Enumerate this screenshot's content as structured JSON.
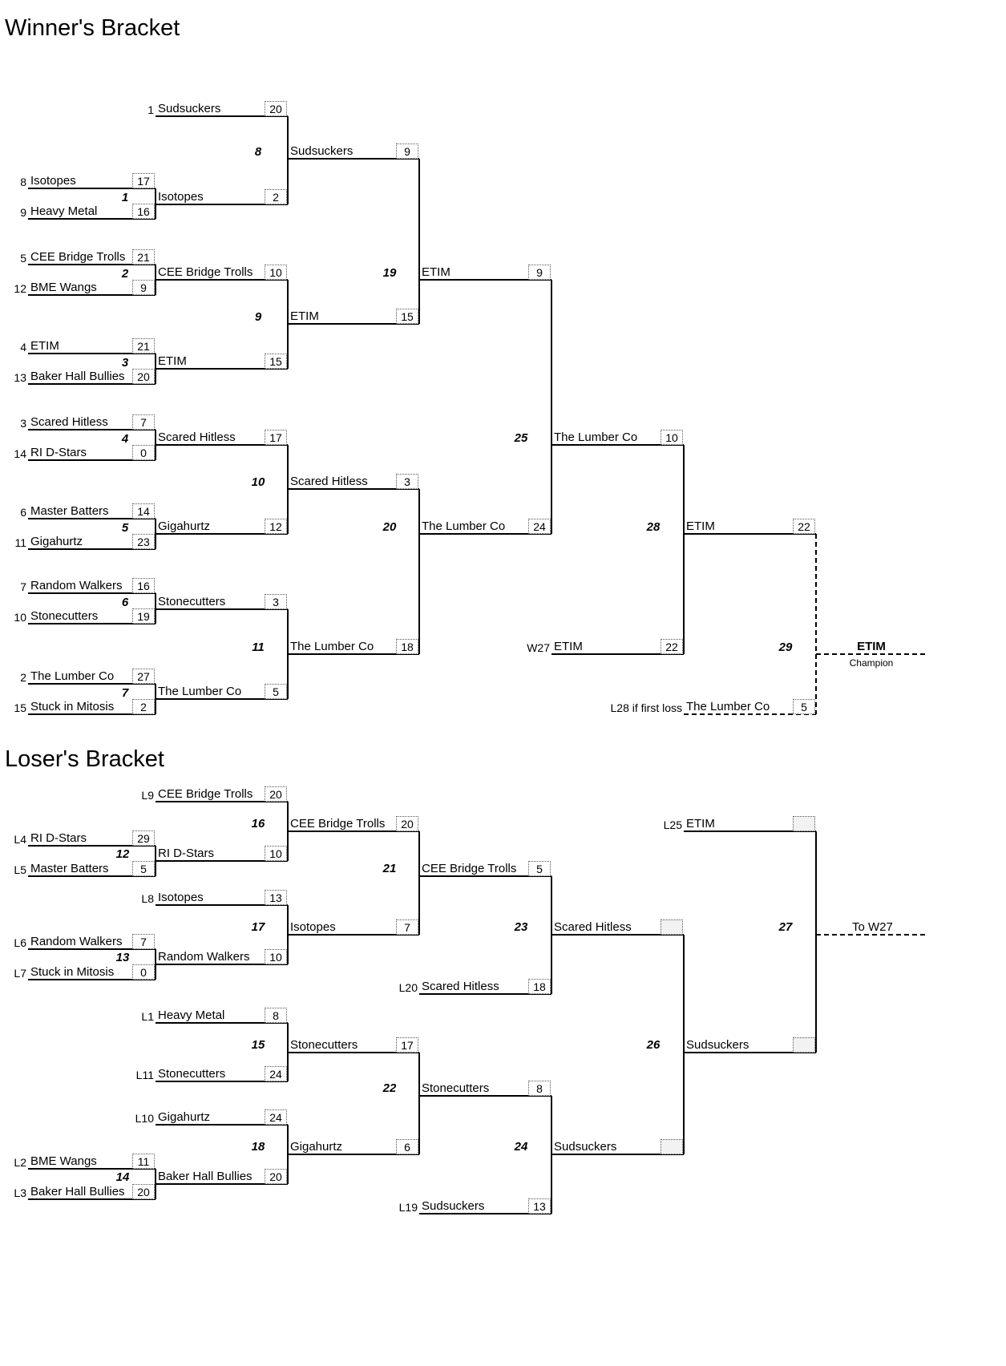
{
  "winners": {
    "title": "Winner's Bracket",
    "round1": [
      {
        "game": "1",
        "seeds": [
          [
            "8",
            "Isotopes",
            "17"
          ],
          [
            "9",
            "Heavy Metal",
            "16"
          ]
        ],
        "winner": [
          "Isotopes",
          "2"
        ]
      },
      {
        "game": "2",
        "seeds": [
          [
            "5",
            "CEE Bridge Trolls",
            "21"
          ],
          [
            "12",
            "BME Wangs",
            "9"
          ]
        ],
        "winner": [
          "CEE Bridge Trolls",
          "10"
        ]
      },
      {
        "game": "3",
        "seeds": [
          [
            "4",
            "ETIM",
            "21"
          ],
          [
            "13",
            "Baker Hall Bullies",
            "20"
          ]
        ],
        "winner": [
          "ETIM",
          "15"
        ]
      },
      {
        "game": "4",
        "seeds": [
          [
            "3",
            "Scared Hitless",
            "7"
          ],
          [
            "14",
            "RI D-Stars",
            "0"
          ]
        ],
        "winner": [
          "Scared Hitless",
          "17"
        ]
      },
      {
        "game": "5",
        "seeds": [
          [
            "6",
            "Master Batters",
            "14"
          ],
          [
            "11",
            "Gigahurtz",
            "23"
          ]
        ],
        "winner": [
          "Gigahurtz",
          "12"
        ]
      },
      {
        "game": "6",
        "seeds": [
          [
            "7",
            "Random Walkers",
            "16"
          ],
          [
            "10",
            "Stonecutters",
            "19"
          ]
        ],
        "winner": [
          "Stonecutters",
          "3"
        ]
      },
      {
        "game": "7",
        "seeds": [
          [
            "2",
            "The Lumber Co",
            "27"
          ],
          [
            "15",
            "Stuck in Mitosis",
            "2"
          ]
        ],
        "winner": [
          "The Lumber Co",
          "5"
        ]
      }
    ],
    "bye": [
      "1",
      "Sudsuckers",
      "20"
    ],
    "round2": [
      {
        "game": "8",
        "winner": [
          "Sudsuckers",
          "9"
        ]
      },
      {
        "game": "9",
        "winner": [
          "ETIM",
          "15"
        ]
      },
      {
        "game": "10",
        "winner": [
          "Scared Hitless",
          "3"
        ]
      },
      {
        "game": "11",
        "winner": [
          "The Lumber Co",
          "18"
        ]
      }
    ],
    "round3": [
      {
        "game": "19",
        "winner": [
          "ETIM",
          "9"
        ]
      },
      {
        "game": "20",
        "winner": [
          "The Lumber Co",
          "24"
        ]
      }
    ],
    "round4": {
      "game": "25",
      "winner": [
        "The Lumber Co",
        "10"
      ]
    },
    "round5": {
      "game": "28",
      "winner": [
        "ETIM",
        "22"
      ],
      "w27_label": "W27",
      "w27": [
        "ETIM",
        "22"
      ]
    },
    "final": {
      "game": "29",
      "l28_label": "L28 if first loss",
      "l28": [
        "The Lumber Co",
        "5"
      ],
      "champion": "ETIM",
      "champion_label": "Champion"
    }
  },
  "losers": {
    "title": "Loser's Bracket",
    "l9": [
      "L9",
      "CEE Bridge Trolls",
      "20"
    ],
    "g12": {
      "game": "12",
      "seeds": [
        [
          "L4",
          "RI D-Stars",
          "29"
        ],
        [
          "L5",
          "Master Batters",
          "5"
        ]
      ],
      "winner": [
        "RI D-Stars",
        "10"
      ]
    },
    "g16": {
      "game": "16",
      "winner": [
        "CEE Bridge Trolls",
        "20"
      ]
    },
    "l8": [
      "L8",
      "Isotopes",
      "13"
    ],
    "g13": {
      "game": "13",
      "seeds": [
        [
          "L6",
          "Random Walkers",
          "7"
        ],
        [
          "L7",
          "Stuck in Mitosis",
          "0"
        ]
      ],
      "winner": [
        "Random Walkers",
        "10"
      ]
    },
    "g17": {
      "game": "17",
      "winner": [
        "Isotopes",
        "7"
      ]
    },
    "g21": {
      "game": "21",
      "winner": [
        "CEE Bridge Trolls",
        "5"
      ]
    },
    "l20": [
      "L20",
      "Scared Hitless",
      "18"
    ],
    "g23": {
      "game": "23",
      "winner": [
        "Scared Hitless",
        ""
      ]
    },
    "l1": [
      "L1",
      "Heavy Metal",
      "8"
    ],
    "l11": [
      "L11",
      "Stonecutters",
      "24"
    ],
    "g15": {
      "game": "15",
      "winner": [
        "Stonecutters",
        "17"
      ]
    },
    "l10": [
      "L10",
      "Gigahurtz",
      "24"
    ],
    "g14": {
      "game": "14",
      "seeds": [
        [
          "L2",
          "BME Wangs",
          "11"
        ],
        [
          "L3",
          "Baker Hall Bullies",
          "20"
        ]
      ],
      "winner": [
        "Baker Hall Bullies",
        "20"
      ]
    },
    "g18": {
      "game": "18",
      "winner": [
        "Gigahurtz",
        "6"
      ]
    },
    "g22": {
      "game": "22",
      "winner": [
        "Stonecutters",
        "8"
      ]
    },
    "l19": [
      "L19",
      "Sudsuckers",
      "13"
    ],
    "g24": {
      "game": "24",
      "winner": [
        "Sudsuckers",
        ""
      ]
    },
    "g26": {
      "game": "26",
      "winner": [
        "Sudsuckers",
        ""
      ]
    },
    "l25": [
      "L25",
      "ETIM",
      ""
    ],
    "g27": {
      "game": "27",
      "to_label": "To W27"
    }
  }
}
